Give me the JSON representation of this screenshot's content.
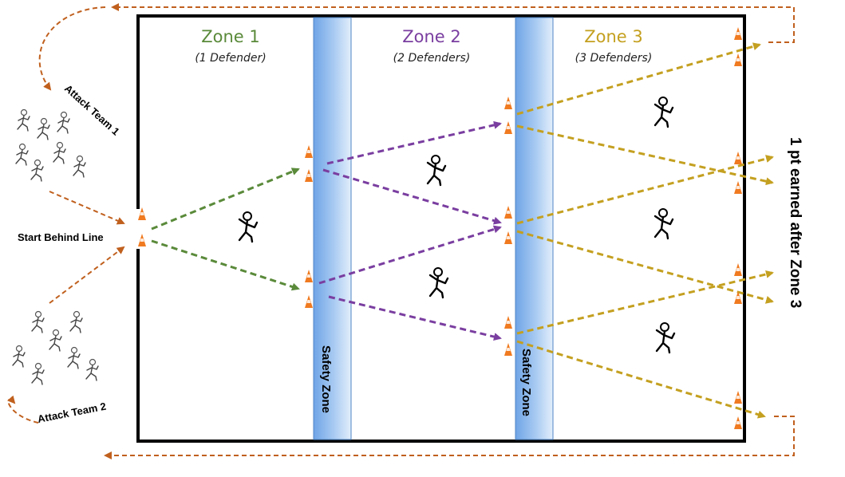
{
  "zones": [
    {
      "title": "Zone 1",
      "subtitle": "(1 Defender)",
      "color": "#5a8a3a"
    },
    {
      "title": "Zone 2",
      "subtitle": "(2 Defenders)",
      "color": "#7a3ea0"
    },
    {
      "title": "Zone 3",
      "subtitle": "(3 Defenders)",
      "color": "#c4a020"
    }
  ],
  "labels": {
    "safety_zone_1": "Safety Zone",
    "safety_zone_2": "Safety Zone",
    "attack_team_1": "Attack Team 1",
    "attack_team_2": "Attack Team 2",
    "start_line": "Start Behind Line",
    "points": "1 pt earned after Zone 3"
  },
  "colors": {
    "zone1_arrow": "#5a8a3a",
    "zone2_arrow": "#7a3ea0",
    "zone3_arrow": "#c4a020",
    "return_arrow": "#c0601e",
    "cone": "#f07a20",
    "safety_zone": "#9cc3ef"
  },
  "icons": {
    "cone": "traffic-cone-icon",
    "defender": "stick-figure-icon",
    "attacker": "running-figure-icon"
  }
}
